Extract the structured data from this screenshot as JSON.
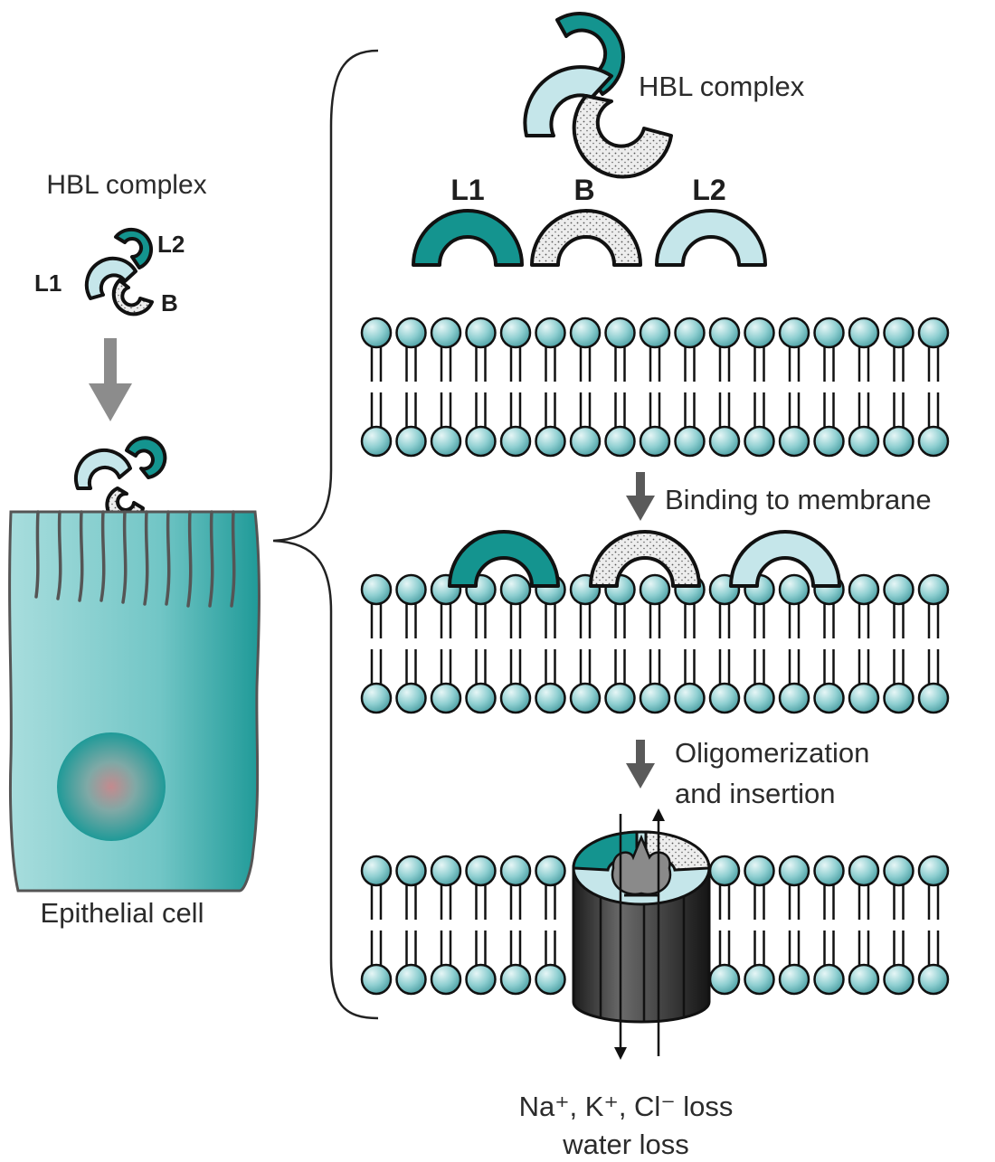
{
  "left_panel": {
    "title": "HBL complex",
    "labels": {
      "l1": "L1",
      "l2": "L2",
      "b": "B"
    },
    "cell_label": "Epithelial cell"
  },
  "right_panel": {
    "complex_label": "HBL complex",
    "subunits": {
      "l1": "L1",
      "b": "B",
      "l2": "L2"
    },
    "step1": "Binding to membrane",
    "step2_line1": "Oligomerization",
    "step2_line2": "and insertion",
    "result_line1": "Na⁺, K⁺, Cl⁻ loss",
    "result_line2": "water loss"
  },
  "colors": {
    "teal": "#14948f",
    "light_blue": "#c5e6ea",
    "stipple_bg": "#ededed",
    "lipid_head": "#8fcfd1",
    "arrow_gray": "#8c8c8c",
    "arrow_dark": "#5a5a5a",
    "cell_fill": "#6cc4c4",
    "pore_dark": "#3a3a3a"
  }
}
